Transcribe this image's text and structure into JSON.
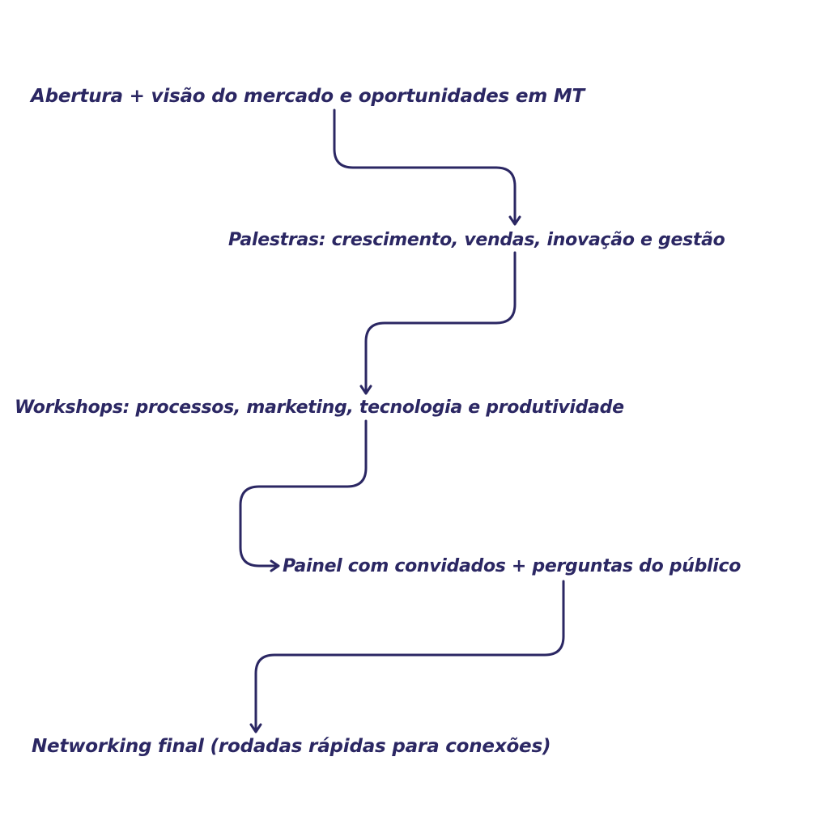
{
  "colors": {
    "primary": "#2b2763",
    "background": "#ffffff"
  },
  "steps": [
    {
      "label": "Abertura + visão do mercado e oportunidades em MT"
    },
    {
      "label": "Palestras: crescimento, vendas, inovação e gestão"
    },
    {
      "label": "Workshops: processos, marketing, tecnologia e produtividade"
    },
    {
      "label": "Painel com convidados + perguntas do público"
    },
    {
      "label": "Networking final (rodadas rápidas para conexões)"
    }
  ]
}
